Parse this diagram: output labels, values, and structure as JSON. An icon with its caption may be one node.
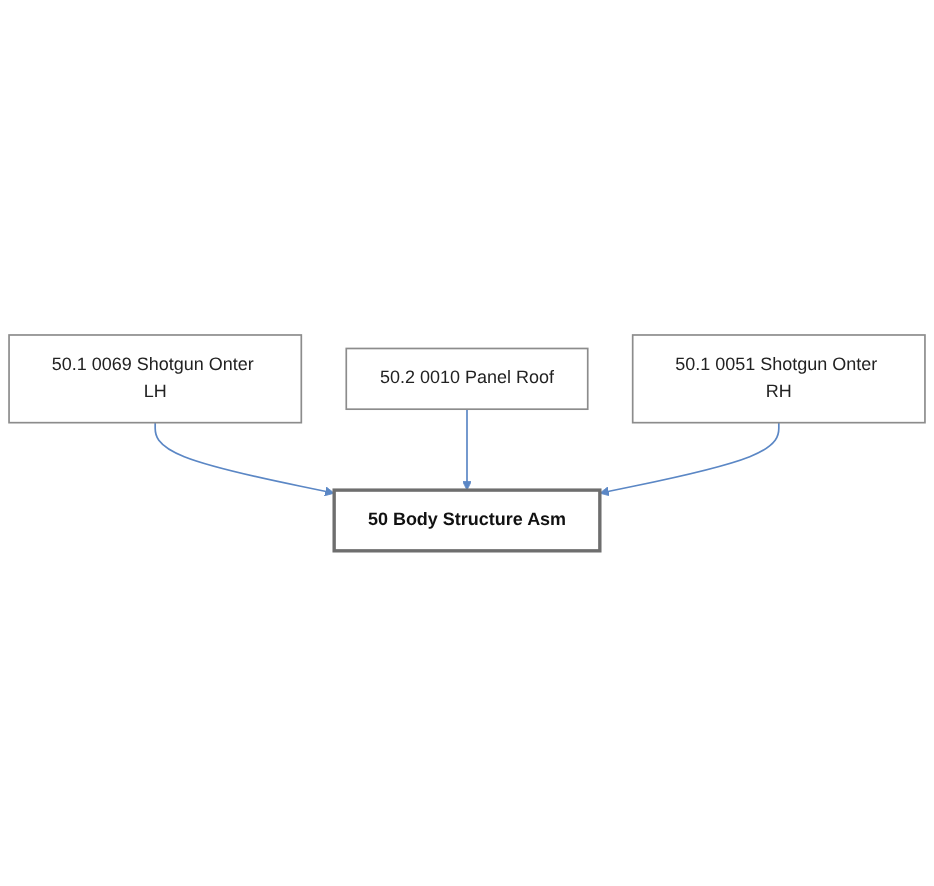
{
  "diagram": {
    "nodes": [
      {
        "text": [
          "50.1 0069 Shotgun Onter LH"
        ]
      },
      {
        "text": [
          "50.2 0010 Panel Roof"
        ]
      },
      {
        "text": [
          "50 Body Structure Asm"
        ]
      },
      {
        "text": [
          "50.1 0051 Shotgun Onter RH"
        ]
      }
    ],
    "edges": [
      {
        "from": 0,
        "to": 2,
        "arrow": "to"
      },
      {
        "from": 1,
        "to": 2,
        "arrow": "to"
      },
      {
        "from": 3,
        "to": 2,
        "arrow": "to"
      }
    ]
  }
}
